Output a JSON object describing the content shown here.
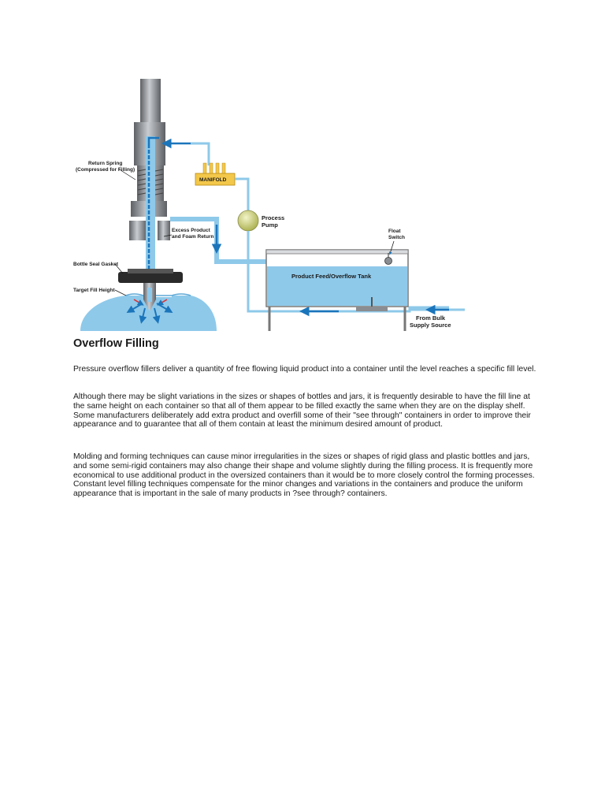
{
  "diagram": {
    "labels": {
      "return_spring_1": "Return Spring",
      "return_spring_2": "(Compressed for Filling)",
      "excess_product_1": "Excess Product",
      "excess_product_2": "and Foam Return",
      "bottle_seal_gasket": "Bottle Seal Gasket",
      "target_fill_height": "Target Fill Height",
      "manifold": "MANIFOLD",
      "process_pump_1": "Process",
      "process_pump_2": "Pump",
      "float_switch_1": "Float",
      "float_switch_2": "Switch",
      "tank": "Product Feed/Overflow Tank",
      "from_bulk_1": "From Bulk",
      "from_bulk_2": "Supply Source"
    },
    "colors": {
      "liquid": "#8ec9ea",
      "flow_arrow": "#1b75bb",
      "steel": "#8a8d91",
      "manifold": "#f3c74a",
      "pump": "#cfd37a"
    }
  },
  "article": {
    "title": "Overflow Filling",
    "paragraphs": [
      "Pressure overflow fillers deliver a quantity of free flowing liquid product into a container until the level reaches a specific fill level.",
      "Although there may be slight variations in the sizes or shapes of bottles and jars, it is frequently desirable to have the fill line at the same height on each container so that all of them appear to be filled exactly the same when they are on the display shelf. Some manufacturers deliberately add extra product and overfill some of their \"see through\" containers in order to improve their appearance and to guarantee that all of them contain at least the minimum desired amount of product.",
      "Molding and forming techniques can cause minor irregularities in the sizes or shapes of rigid glass and plastic bottles and jars, and some semi-rigid containers may also change their shape and volume slightly during the filling process. It is frequently more economical to use additional product in the oversized containers than it would be to more closely control the forming processes. Constant level filling techniques compensate for the minor changes and variations in the containers and produce the uniform appearance that is important in the sale of many products in ?see through? containers."
    ]
  }
}
